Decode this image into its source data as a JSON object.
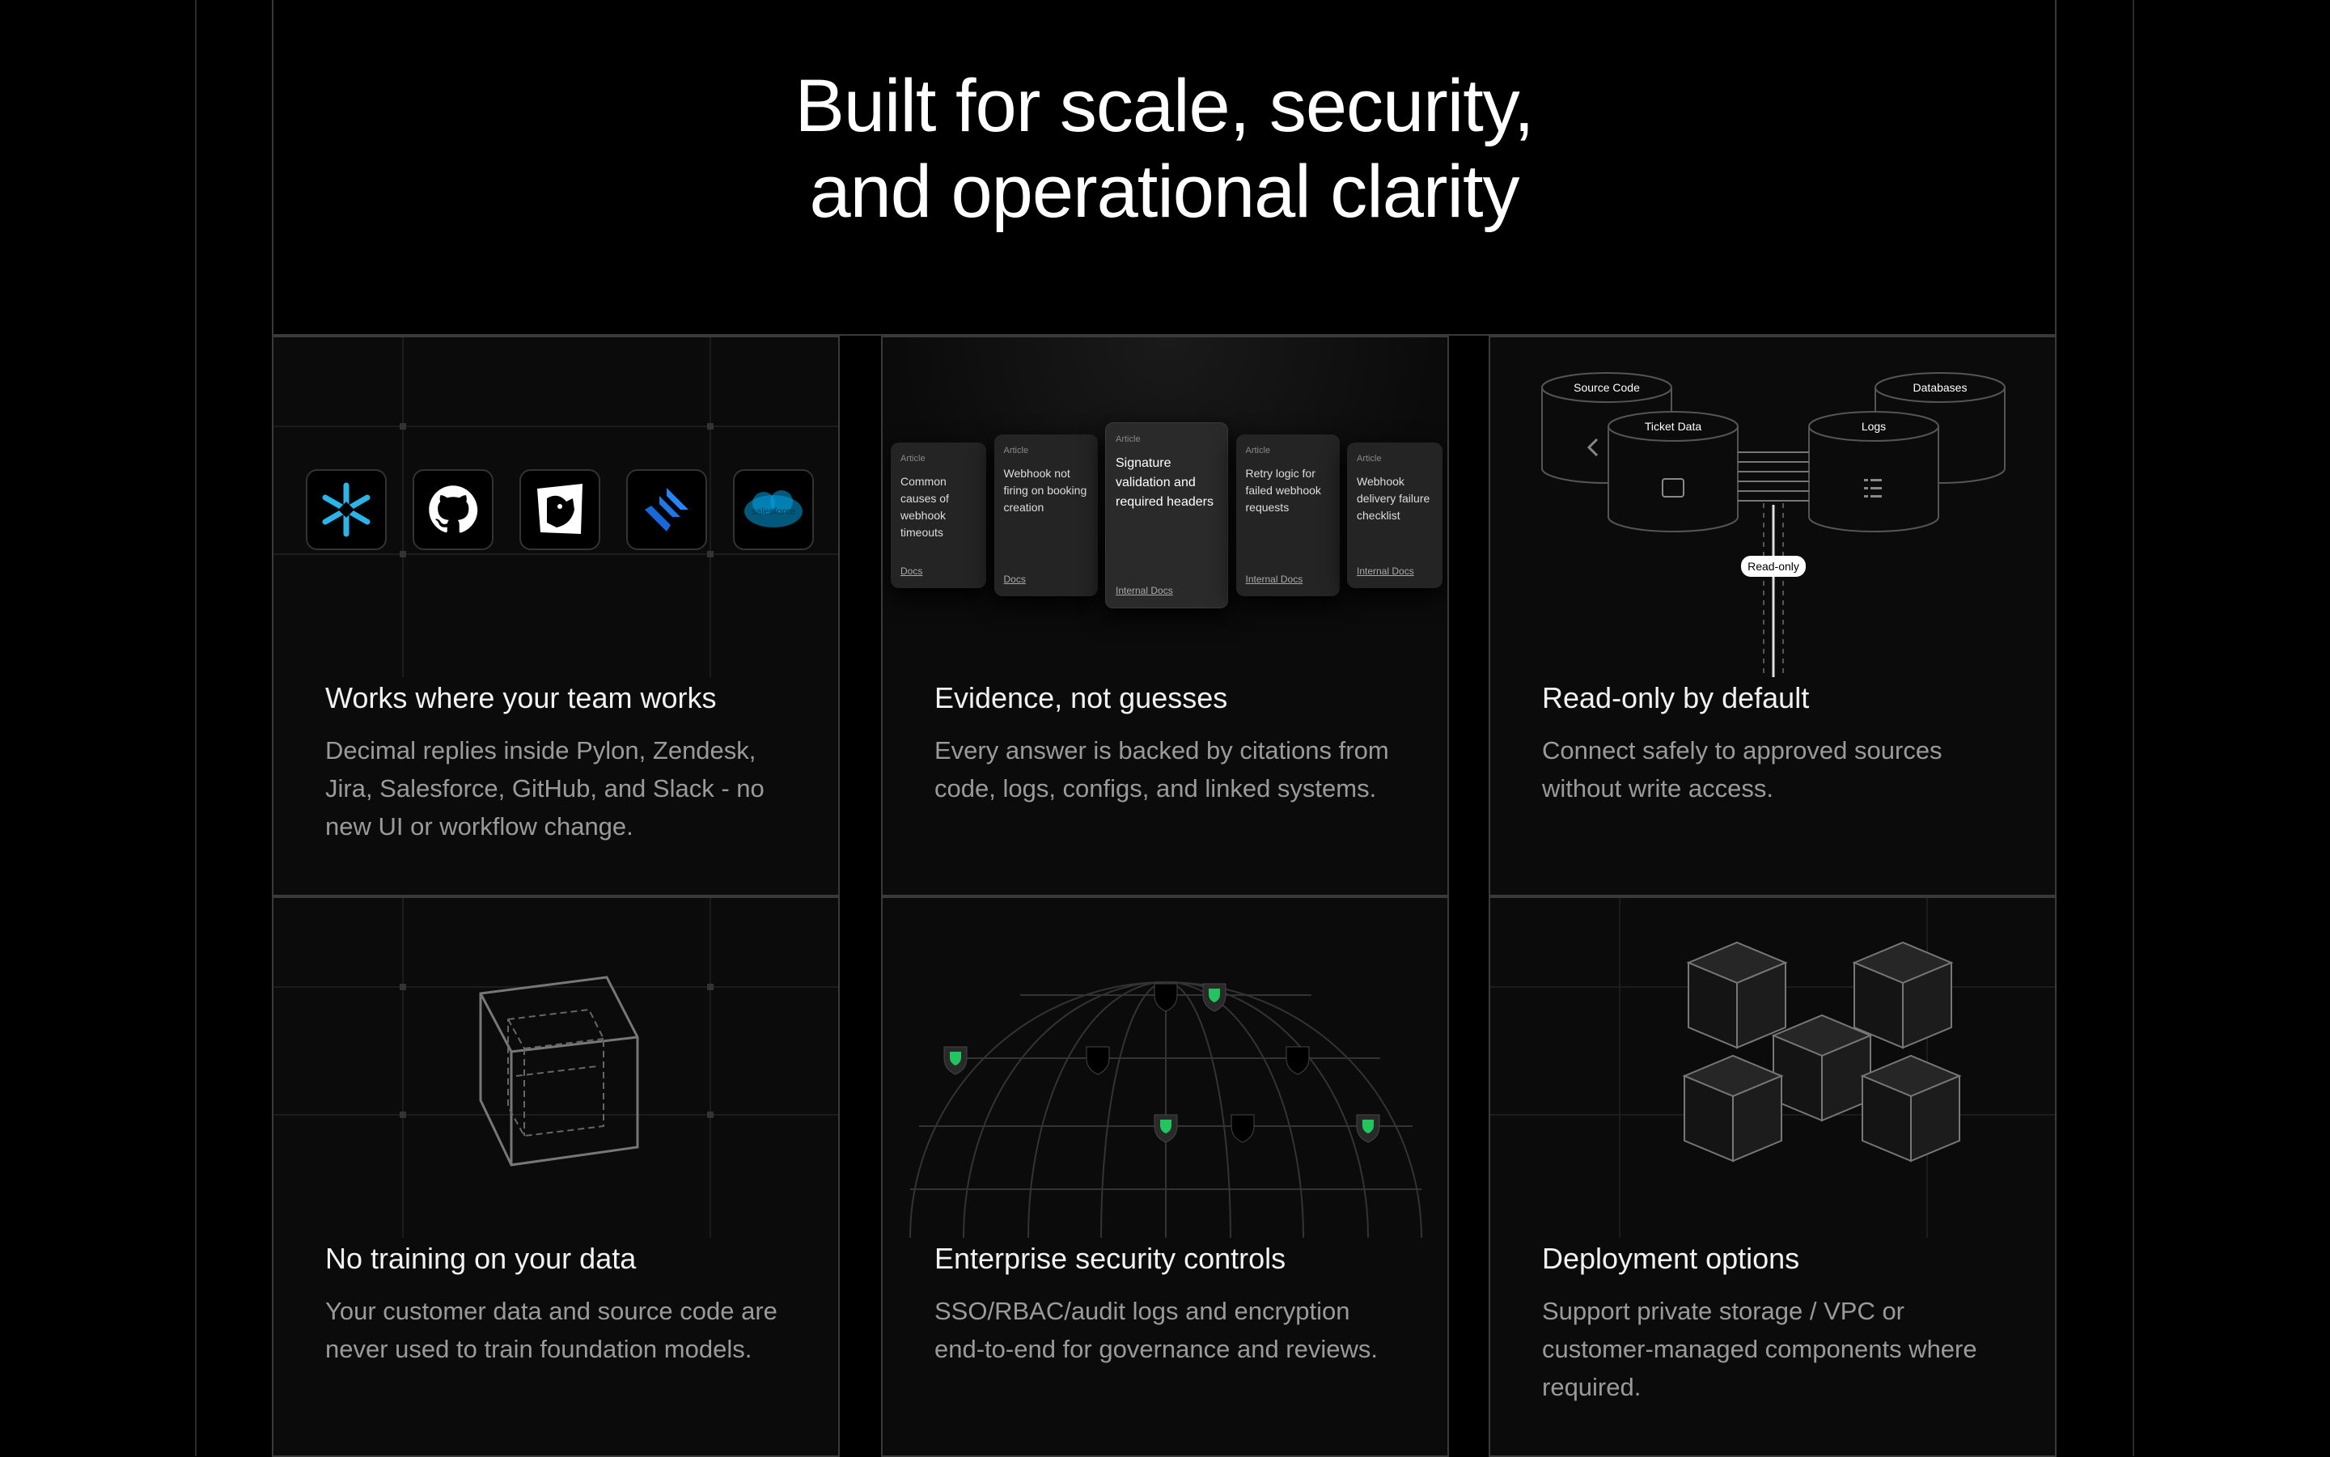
{
  "hero": {
    "title_line1": "Built for scale, security,",
    "title_line2": "and operational clarity"
  },
  "features": [
    {
      "title": "Works where your team works",
      "body": "Decimal replies inside Pylon, Zendesk, Jira, Salesforce, GitHub, and Slack - no new UI or workflow change.",
      "logos": [
        "snowflake-logo",
        "github-logo",
        "datadog-logo",
        "jira-logo",
        "salesforce-logo"
      ],
      "salesforce_text": "salesforce"
    },
    {
      "title": "Evidence, not guesses",
      "body": "Every answer is backed by citations from code, logs, configs, and linked systems.",
      "cards": [
        {
          "type": "Article",
          "title": "Common causes of webhook timeouts",
          "link": "Docs"
        },
        {
          "type": "Article",
          "title": "Webhook not firing on booking creation",
          "link": "Docs"
        },
        {
          "type": "Article",
          "title": "Signature validation and required headers",
          "link": "Internal Docs"
        },
        {
          "type": "Article",
          "title": "Retry logic for failed webhook requests",
          "link": "Internal Docs"
        },
        {
          "type": "Article",
          "title": "Webhook delivery failure checklist",
          "link": "Internal Docs"
        }
      ]
    },
    {
      "title": "Read-only by default",
      "body": "Connect safely to approved sources without write access.",
      "sources": [
        "Source Code",
        "Ticket Data",
        "Logs",
        "Databases"
      ],
      "badge": "Read-only"
    },
    {
      "title": "No training on your data",
      "body": "Your customer data and source code are never used to train foundation models."
    },
    {
      "title": "Enterprise security controls",
      "body": "SSO/RBAC/audit logs and encryption end-to-end for governance and reviews."
    },
    {
      "title": "Deployment options",
      "body": "Support private storage / VPC or customer-managed components where required."
    }
  ],
  "colors": {
    "shield_green": "#22c55e",
    "border": "#3a3a3a"
  }
}
